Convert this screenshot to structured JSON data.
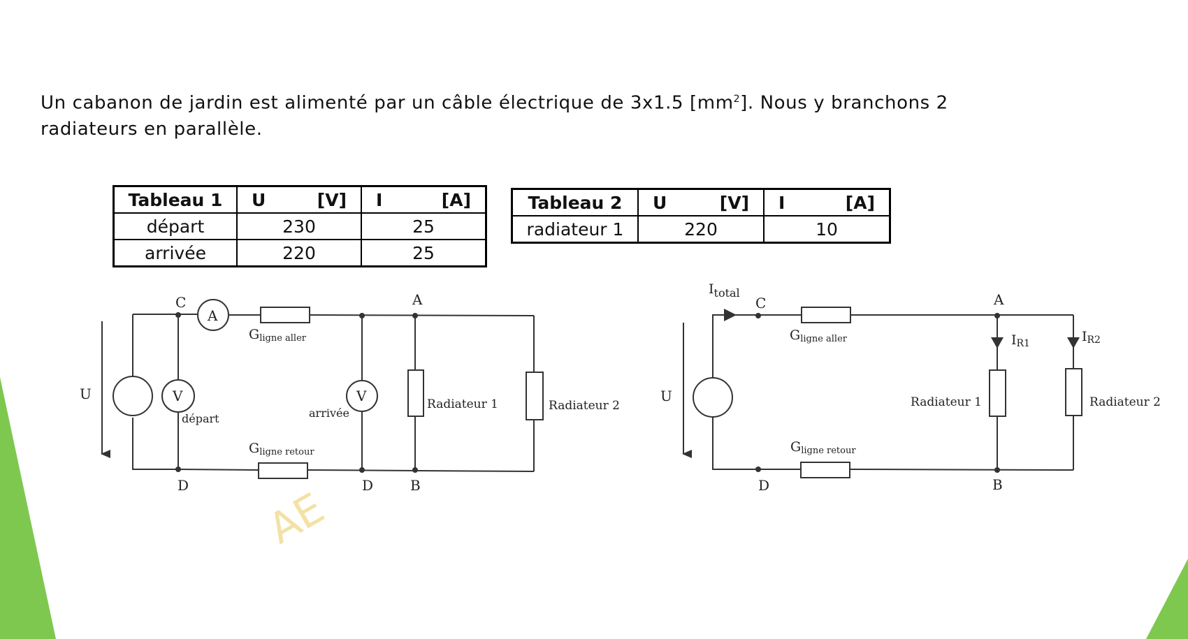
{
  "intro": {
    "line1_a": "Un cabanon de jardin est alimenté par un câble électrique de 3x1.5 [mm",
    "line1_sup": "2",
    "line1_b": "]. Nous y branchons 2",
    "line2": "radiateurs en parallèle."
  },
  "table1": {
    "header": [
      "Tableau 1",
      "U",
      "[V]",
      "I",
      "[A]"
    ],
    "rows": [
      {
        "label": "départ",
        "u": "230",
        "i": "25"
      },
      {
        "label": "arrivée",
        "u": "220",
        "i": "25"
      }
    ]
  },
  "table2": {
    "header": [
      "Tableau 2",
      "U",
      "[V]",
      "I",
      "[A]"
    ],
    "rows": [
      {
        "label": "radiateur 1",
        "u": "220",
        "i": "10"
      }
    ]
  },
  "circuit1": {
    "node_c": "C",
    "node_a": "A",
    "node_d": "D",
    "node_d2": "D",
    "node_b": "B",
    "source_u": "U",
    "ammeter": "A",
    "voltmeter": "V",
    "g_main": "G",
    "g_aller_sub": "ligne aller",
    "g_retour_sub": "ligne retour",
    "label_depart": "départ",
    "label_arrivee": "arrivée",
    "radiateur1": "Radiateur 1",
    "radiateur2": "Radiateur 2"
  },
  "circuit2": {
    "i_main": "I",
    "i_total_sub": "total",
    "node_c": "C",
    "node_a": "A",
    "node_d": "D",
    "node_b": "B",
    "source_u": "U",
    "g_main": "G",
    "g_aller_sub": "ligne aller",
    "g_retour_sub": "ligne retour",
    "ir1_sub": "R1",
    "ir2_sub": "R2",
    "radiateur1": "Radiateur 1",
    "radiateur2": "Radiateur 2"
  },
  "watermark": "AE",
  "colors": {
    "accent_green": "#7ec850",
    "border": "#000000"
  }
}
